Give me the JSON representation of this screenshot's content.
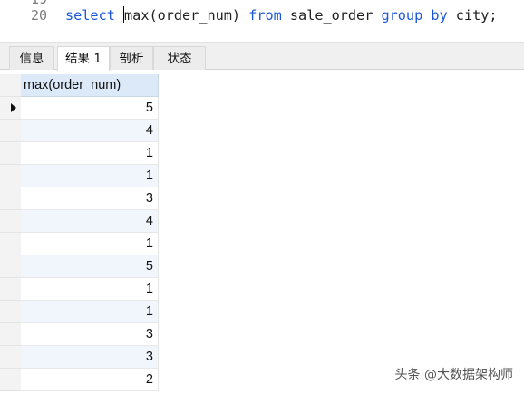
{
  "editor": {
    "prev_line_number": "19",
    "line_number": "20",
    "code_tokens": [
      {
        "text": "select",
        "kw": true
      },
      {
        "text": " ",
        "kw": false
      },
      {
        "text": "max(order_num) ",
        "kw": false,
        "caret_before": true
      },
      {
        "text": "from",
        "kw": true
      },
      {
        "text": " sale_order ",
        "kw": false
      },
      {
        "text": "group by",
        "kw": true
      },
      {
        "text": " city;",
        "kw": false
      }
    ]
  },
  "tabs": [
    {
      "label": "信息",
      "active": false
    },
    {
      "label": "结果 1",
      "active": true
    },
    {
      "label": "剖析",
      "active": false
    },
    {
      "label": "状态",
      "active": false
    }
  ],
  "result": {
    "column_header": "max(order_num)",
    "rows": [
      "5",
      "4",
      "1",
      "1",
      "3",
      "4",
      "1",
      "5",
      "1",
      "1",
      "3",
      "3",
      "2"
    ],
    "current_row": 0
  },
  "watermark": "头条 @大数据架构师",
  "colors": {
    "keyword": "#1a56db",
    "header_bg": "#dbe9f9",
    "alt_row_bg": "#f1f6fd"
  }
}
